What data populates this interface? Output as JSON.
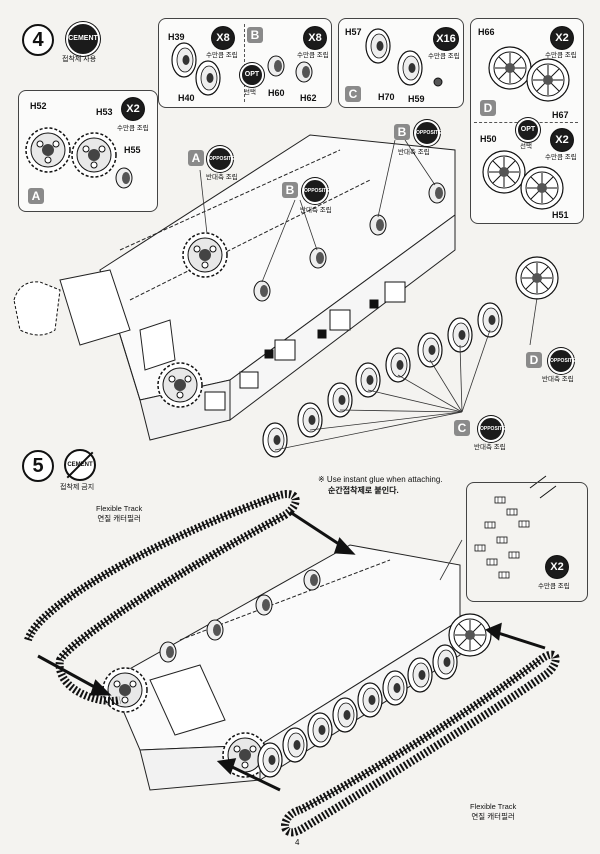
{
  "step4": {
    "number": "4",
    "cement_badge": "CEMENT",
    "cement_caption": "접착제 사용",
    "box_a": {
      "parts": [
        "H52",
        "H53",
        "H55"
      ],
      "qty": "X2",
      "qty_caption": "수만큼 조립",
      "letter": "A"
    },
    "box_b": {
      "parts": [
        "H39",
        "H40",
        "H60",
        "H62"
      ],
      "qty": "X8",
      "qty_caption": "수만큼 조립",
      "qty2": "X8",
      "qty2_caption": "수만큼 조립",
      "opt": "OPT",
      "opt_caption": "선택",
      "letter": "B"
    },
    "box_c": {
      "parts": [
        "H57",
        "H70",
        "H59"
      ],
      "qty": "X16",
      "qty_caption": "수만큼 조립",
      "letter": "C"
    },
    "box_d": {
      "parts": [
        "H66",
        "H67",
        "H50",
        "H51"
      ],
      "qty": "X2",
      "qty_caption": "수만큼 조립",
      "qty2": "X2",
      "qty2_caption": "수만큼 조립",
      "opt": "OPT",
      "opt_caption": "선택",
      "letter": "D"
    },
    "callouts": {
      "a_letter": "A",
      "a_badge": "OPPOSITE",
      "a_caption": "반대측 조립",
      "b_letter": "B",
      "b_badge": "OPPOSITE",
      "b_caption": "반대측 조립",
      "b2_letter": "B",
      "b2_badge": "OPPOSITE",
      "b2_caption": "반대측 조립",
      "c_letter": "C",
      "c_badge": "OPPOSITE",
      "c_caption": "반대측 조립",
      "d_letter": "D",
      "d_badge": "OPPOSITE",
      "d_caption": "반대측 조립"
    }
  },
  "step5": {
    "number": "5",
    "no_cement_badge": "CEMENT",
    "no_cement_caption": "접착제 금지",
    "track_left_en": "Flexible Track",
    "track_left_ko": "연질 캐터필러",
    "track_right_en": "Flexible Track",
    "track_right_ko": "연질 캐터필러",
    "glue_note_en": "※ Use instant glue when attaching.",
    "glue_note_ko": "순간접착제로 붙인다.",
    "detail_qty": "X2",
    "detail_caption": "수만큼 조립"
  },
  "page_number": "4"
}
